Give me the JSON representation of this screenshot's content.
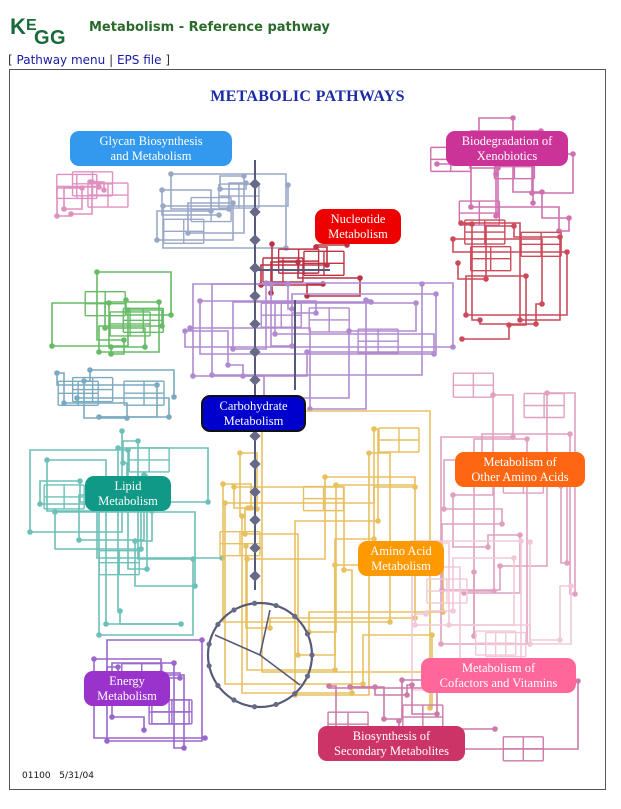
{
  "header": {
    "logo_text": "KEGG",
    "title": "Metabolism - Reference pathway"
  },
  "nav": {
    "open_bracket": "[",
    "pathway_menu": "Pathway menu",
    "separator": "|",
    "eps_file": "EPS file",
    "close_bracket": "]"
  },
  "map": {
    "title": "METABOLIC PATHWAYS",
    "footer_id": "01100",
    "footer_date": "5/31/04",
    "categories": {
      "glycan": {
        "line1": "Glycan Biosynthesis",
        "line2": "and Metabolism",
        "color": "#3399ee"
      },
      "xenobiotics": {
        "line1": "Biodegradation of",
        "line2": "Xenobiotics",
        "color": "#cc3399"
      },
      "nucleotide": {
        "line1": "Nucleotide",
        "line2": "Metabolism",
        "color": "#ee0000"
      },
      "carbohydrate": {
        "line1": "Carbohydrate",
        "line2": "Metabolism",
        "color": "#0000cc"
      },
      "other_amino": {
        "line1": "Metabolism of",
        "line2": "Other Amino Acids",
        "color": "#ff6611"
      },
      "lipid": {
        "line1": "Lipid",
        "line2": "Metabolism",
        "color": "#119988"
      },
      "amino_acid": {
        "line1": "Amino Acid",
        "line2": "Metabolism",
        "color": "#ff9900"
      },
      "cofactors": {
        "line1": "Metabolism of",
        "line2": "Cofactors and Vitamins",
        "color": "#ff6699"
      },
      "energy": {
        "line1": "Energy",
        "line2": "Metabolism",
        "color": "#9933cc"
      },
      "secondary": {
        "line1": "Biosynthesis of",
        "line2": "Secondary Metabolites",
        "color": "#cc3366"
      }
    }
  }
}
